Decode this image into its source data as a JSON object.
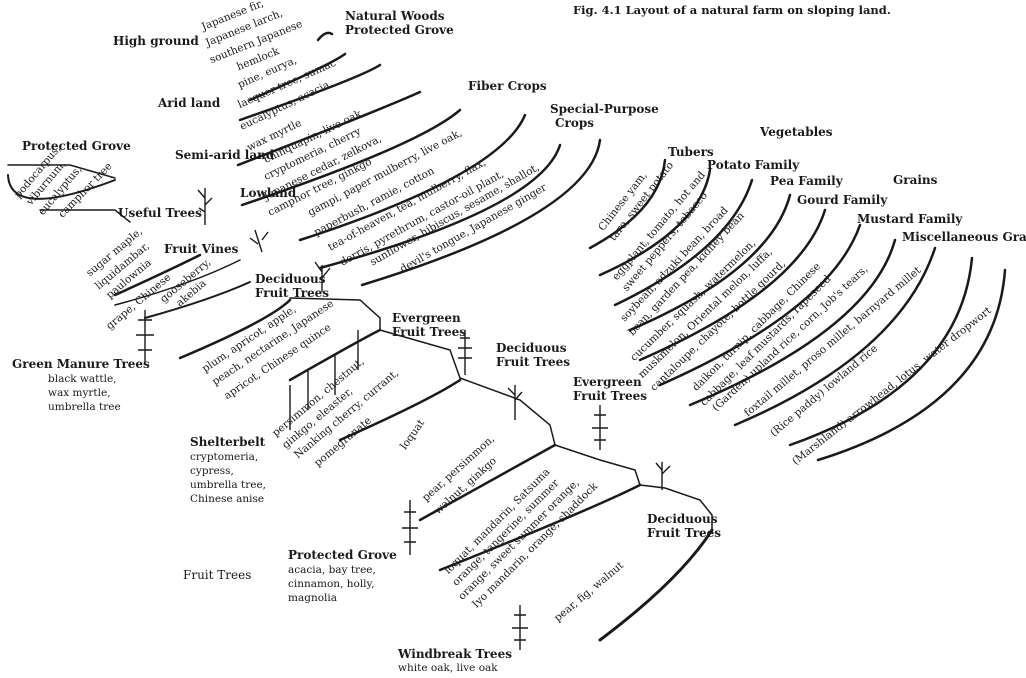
{
  "figure": {
    "title": "Fig. 4.1    Layout of a natural farm on sloping land."
  },
  "upper_slope": {
    "zones": {
      "high_ground": "High ground",
      "arid_land": "Arid land",
      "semi_arid_land": "Semi-arid land",
      "lowland": "Lowland"
    },
    "headers": {
      "natural_woods": "Natural Woods",
      "protected_grove": "Protected Grove",
      "fiber_crops": "Fiber Crops",
      "special_purpose_1": "Special-Purpose",
      "special_purpose_2": "Crops"
    },
    "strips": [
      "Japanese fir,",
      "Japanese larch,",
      "southern Japanese",
      "hemlock",
      "pine, eurya,",
      "lacquer tree, sumac",
      "eucalyptus, acacia,",
      "wax myrtle",
      "chinquapin, live oak,",
      "cryptomeria, cherry",
      "Japanese cedar, zelkova,",
      "camphor tree, ginkgo",
      "gampi, paper mulberry, live oak,",
      "paperbush, ramie, cotton",
      "tea-of-heaven, tea, mulberry, flax,",
      "derris, pyrethrum, castor-oil plant,",
      "sunflower, hibiscus, sesame, shallot,",
      "devil's tongue, Japanese ginger"
    ]
  },
  "left_slope": {
    "protected_grove": {
      "title": "Protected Grove",
      "strips": [
        "podocarpus,",
        "viburnum,",
        "eucalyptus,",
        "camphor tree"
      ]
    },
    "useful_trees": {
      "title": "Useful Trees",
      "strips": [
        "sugar maple,",
        "liquidambar,",
        "paulownia"
      ]
    },
    "fruit_vines": {
      "title": "Fruit Vines",
      "strips": [
        "grape, Chinese",
        "gooseberry,",
        "akebia"
      ]
    },
    "green_manure": {
      "title": "Green Manure Trees",
      "items": [
        "black wattle,",
        "wax myrtle,",
        "umbrella tree"
      ]
    },
    "shelterbelt": {
      "title": "Shelterbelt",
      "items": [
        "cryptomeria,",
        "cypress,",
        "umbrella tree,",
        "Chinese anise"
      ]
    },
    "fruit_trees_label": "Fruit Trees",
    "protected_grove_2": {
      "title": "Protected Grove",
      "items": [
        "acacia, bay tree,",
        "cinnamon, holly,",
        "magnolia"
      ]
    },
    "windbreak": {
      "title": "Windbreak Trees",
      "items": [
        "white oak, live oak"
      ]
    }
  },
  "orchard_slope": {
    "deciduous_1": {
      "title_1": "Deciduous",
      "title_2": "Fruit Trees"
    },
    "evergreen_1": {
      "title_1": "Evergreen",
      "title_2": "Fruit Trees"
    },
    "deciduous_2": {
      "title_1": "Deciduous",
      "title_2": "Fruit Trees"
    },
    "evergreen_2": {
      "title_1": "Evergreen",
      "title_2": "Fruit Trees"
    },
    "deciduous_3": {
      "title_1": "Deciduous",
      "title_2": "Fruit Trees"
    },
    "strips": [
      "plum, apricot, apple,",
      "peach, nectarine, Japanese",
      "apricot, Chinese quince",
      "persimmon, chestnut,",
      "ginkgo, eleaster,",
      "Nanking cherry, currant,",
      "pomegranate",
      "loquat",
      "pear, persimmon,",
      "walnut, ginkgo",
      "loquat, mandarin, Satsuma",
      "orange, tangerine, summer",
      "orange, sweet summer orange,",
      "Iyo mandarin, orange, shaddock",
      "pear, fig, walnut"
    ]
  },
  "vegetable_slope": {
    "headers": {
      "vegetables": "Vegetables",
      "tubers": "Tubers",
      "potato_family": "Potato Family",
      "pea_family": "Pea Family",
      "gourd_family": "Gourd Family",
      "grains": "Grains",
      "mustard_family": "Mustard Family",
      "misc_grains": "Miscellaneous Grains"
    },
    "strips": [
      "Chinese yam,",
      "taro, sweet potato",
      "eggplant, tomato, hot and",
      "sweet peppers, tobacco",
      "soybean, adzuki bean, broad",
      "bean, garden pea, kidney bean",
      "cucumber, squash, watermelon,",
      "muskmelon, Oriental melon, luffa,",
      "cantaloupe, chayote, bottle gourd,",
      "daikon, turnip, cabbage, Chinese",
      "cabbage, leaf mustards, rapeseed",
      "(Garden) upland rice, corn, Job's tears,",
      "foxtail millet, proso millet, barnyard millet",
      "(Rice paddy)        lowland rice",
      "(Marshland) arrowhead, lotus, water dropwort"
    ]
  }
}
